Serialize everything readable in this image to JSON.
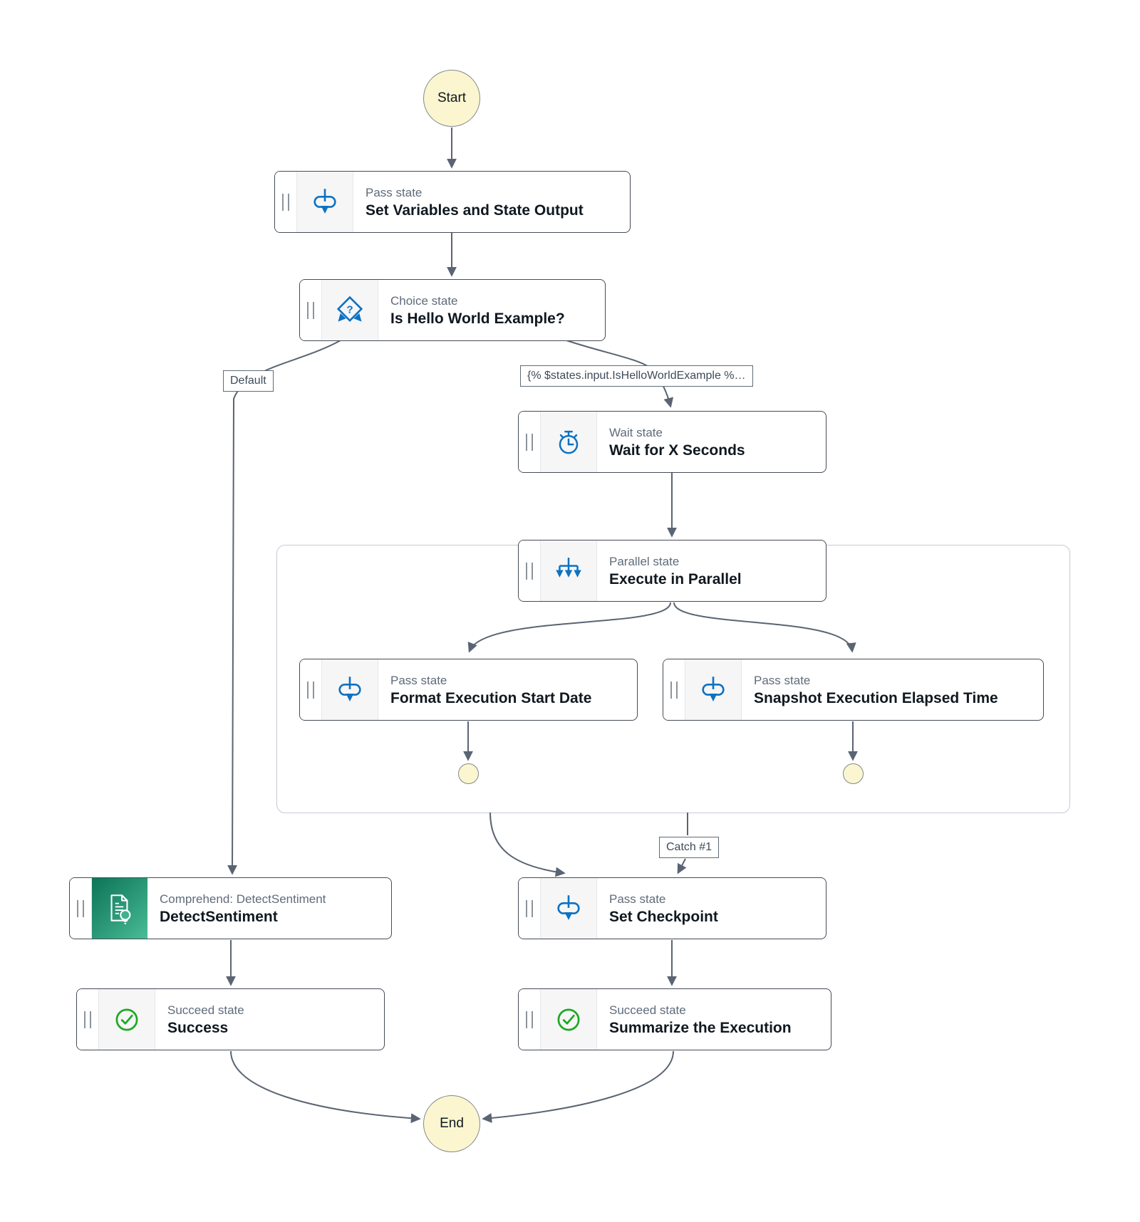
{
  "workflow": {
    "terminals": {
      "start": "Start",
      "end": "End"
    },
    "nodes": {
      "set_variables": {
        "type_label": "Pass state",
        "title": "Set Variables and State Output"
      },
      "choice": {
        "type_label": "Choice state",
        "title": "Is Hello World Example?"
      },
      "wait": {
        "type_label": "Wait state",
        "title": "Wait for X Seconds"
      },
      "parallel": {
        "type_label": "Parallel state",
        "title": "Execute in Parallel"
      },
      "format_date": {
        "type_label": "Pass state",
        "title": "Format Execution Start Date"
      },
      "snapshot_time": {
        "type_label": "Pass state",
        "title": "Snapshot Execution Elapsed Time"
      },
      "detect_sentiment": {
        "type_label": "Comprehend: DetectSentiment",
        "title": "DetectSentiment"
      },
      "success": {
        "type_label": "Succeed state",
        "title": "Success"
      },
      "set_checkpoint": {
        "type_label": "Pass state",
        "title": "Set Checkpoint"
      },
      "summarize": {
        "type_label": "Succeed state",
        "title": "Summarize the Execution"
      }
    },
    "edge_labels": {
      "default_branch": "Default",
      "condition_branch": "{% $states.input.IsHelloWorldExample %…",
      "catch_branch": "Catch #1"
    },
    "icons": {
      "set_variables": "pass-icon",
      "choice": "choice-icon",
      "wait": "wait-icon",
      "parallel": "parallel-icon",
      "format_date": "pass-icon",
      "snapshot_time": "pass-icon",
      "detect_sentiment": "comprehend-icon",
      "success": "succeed-icon",
      "set_checkpoint": "pass-icon",
      "summarize": "succeed-icon"
    },
    "colors": {
      "accent_blue": "#0d72c2",
      "success_green": "#1ea923",
      "terminal_fill": "#fbf6cf",
      "node_border": "#454c56",
      "edge_gray": "#5a6472",
      "comprehend_gradient_start": "#0d7459",
      "comprehend_gradient_end": "#49bd96"
    }
  }
}
